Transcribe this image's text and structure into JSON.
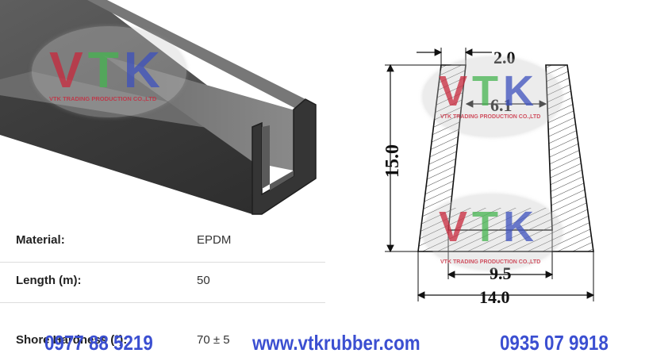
{
  "watermark": {
    "letters": [
      "V",
      "T",
      "K"
    ],
    "company": "VTK TRADING PRODUCTION CO.,LTD"
  },
  "specs": [
    {
      "label": "Material:",
      "value": "EPDM"
    },
    {
      "label": "Length (m):",
      "value": "50"
    },
    {
      "label": "Shore Hardness (°):",
      "value": "70 ± 5"
    }
  ],
  "diagram": {
    "dimensions": {
      "wall_thickness": "2.0",
      "top_inner_width": "6.1",
      "height": "15.0",
      "bottom_inner_width": "9.5",
      "bottom_outer_width": "14.0"
    }
  },
  "footer": {
    "phone_1": "0977 88 5219",
    "website": "www.vtkrubber.com",
    "phone_2": "0935 07 9918"
  },
  "colors": {
    "footer_text": "#3b4fd1",
    "watermark_v": "#c8283c",
    "watermark_t": "#46b450",
    "watermark_k": "#3c50be",
    "profile": "#505050"
  }
}
